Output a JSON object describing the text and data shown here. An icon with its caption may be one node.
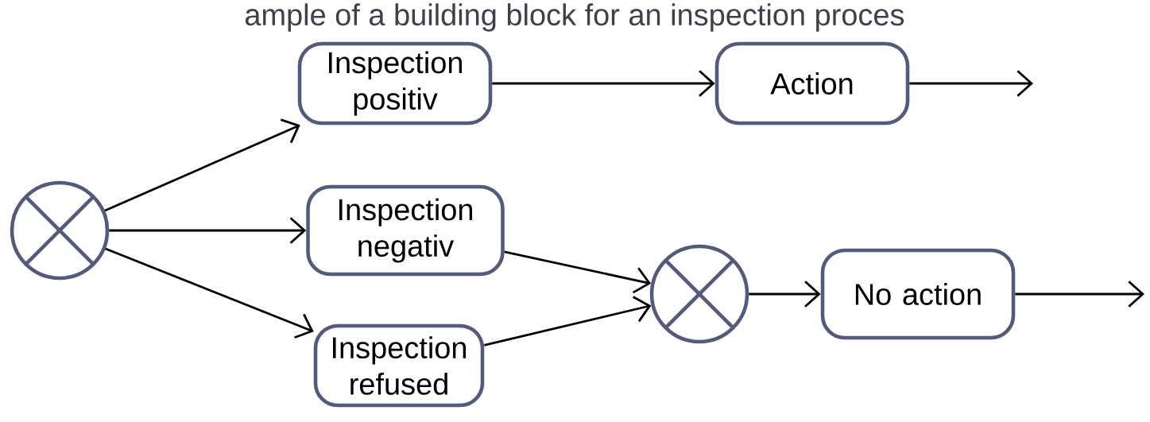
{
  "diagram": {
    "title": "ample of a building block for an inspection proces",
    "nodes": [
      {
        "text": [],
        "shape": "circle"
      },
      {
        "text": [
          "Inspection positiv"
        ]
      },
      {
        "text": [
          "Action"
        ]
      },
      {
        "text": [
          "Inspection negativ"
        ]
      },
      {
        "text": [
          "Inspection refused"
        ]
      },
      {
        "text": [],
        "shape": "circle"
      },
      {
        "text": [
          "No action"
        ]
      }
    ],
    "edges": [
      {
        "from": 0,
        "to": 1,
        "arrow": "to"
      },
      {
        "from": 0,
        "to": 3,
        "arrow": "to"
      },
      {
        "from": 0,
        "to": 4,
        "arrow": "to"
      },
      {
        "from": 1,
        "to": 2,
        "arrow": "to"
      },
      {
        "from": 2,
        "to": null,
        "arrow": "to"
      },
      {
        "from": 3,
        "to": 5,
        "arrow": "to"
      },
      {
        "from": 4,
        "to": 5,
        "arrow": "to"
      },
      {
        "from": 5,
        "to": 6,
        "arrow": "to"
      },
      {
        "from": 6,
        "to": null,
        "arrow": "to"
      }
    ]
  }
}
